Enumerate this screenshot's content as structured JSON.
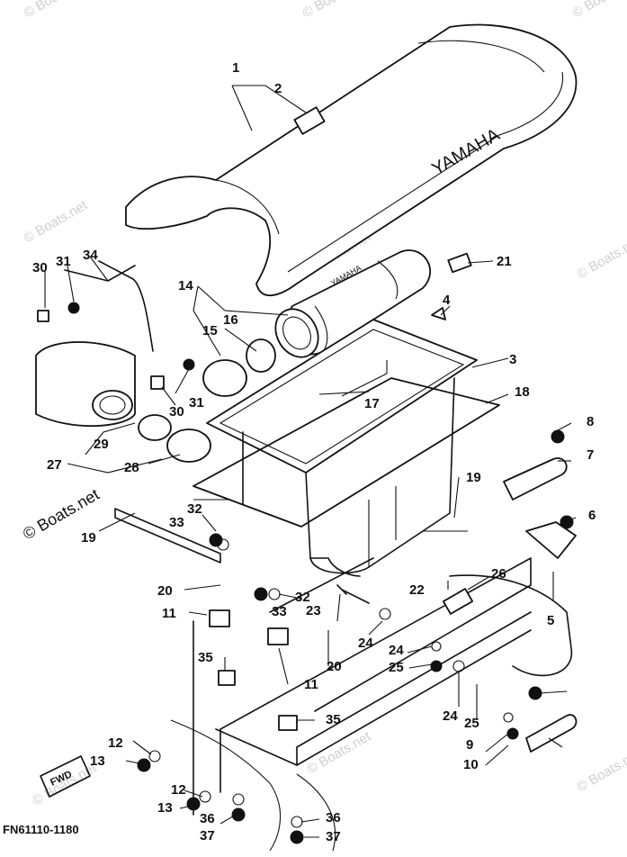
{
  "watermark": "© Boats.net",
  "seat_brand": "YAMAHA",
  "intake_brand": "YAMAHA",
  "fwd_label": "FWD",
  "figure_code": "FN61110-1180",
  "part_numbers": [
    "1",
    "2",
    "3",
    "4",
    "5",
    "6",
    "7",
    "8",
    "9",
    "10",
    "11",
    "12",
    "13",
    "14",
    "15",
    "16",
    "17",
    "18",
    "19",
    "20",
    "21",
    "22",
    "23",
    "24",
    "25",
    "26",
    "27",
    "28",
    "29",
    "30",
    "31",
    "32",
    "33",
    "34",
    "35",
    "36",
    "37"
  ]
}
